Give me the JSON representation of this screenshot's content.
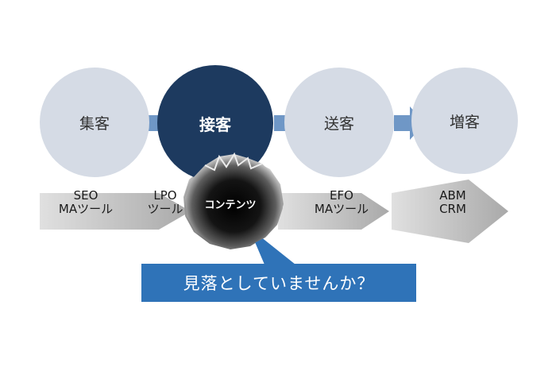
{
  "stages": [
    {
      "name": "集客",
      "tools": [
        "SEO",
        "MAツール"
      ]
    },
    {
      "name": "接客",
      "tools": [
        "LPO",
        "ツール"
      ]
    },
    {
      "name": "送客",
      "tools": [
        "EFO",
        "MAツール"
      ]
    },
    {
      "name": "増客",
      "tools": [
        "ABM",
        "CRM"
      ]
    }
  ],
  "gap_label": "コンテンツ",
  "callout": "見落としていませんか？",
  "colors": {
    "circle": "#d5dbe5",
    "circle_active": "#1d3a5f",
    "arrow": "#6f97c6",
    "band": "#b4b4b4",
    "callout": "#2f73b8"
  }
}
